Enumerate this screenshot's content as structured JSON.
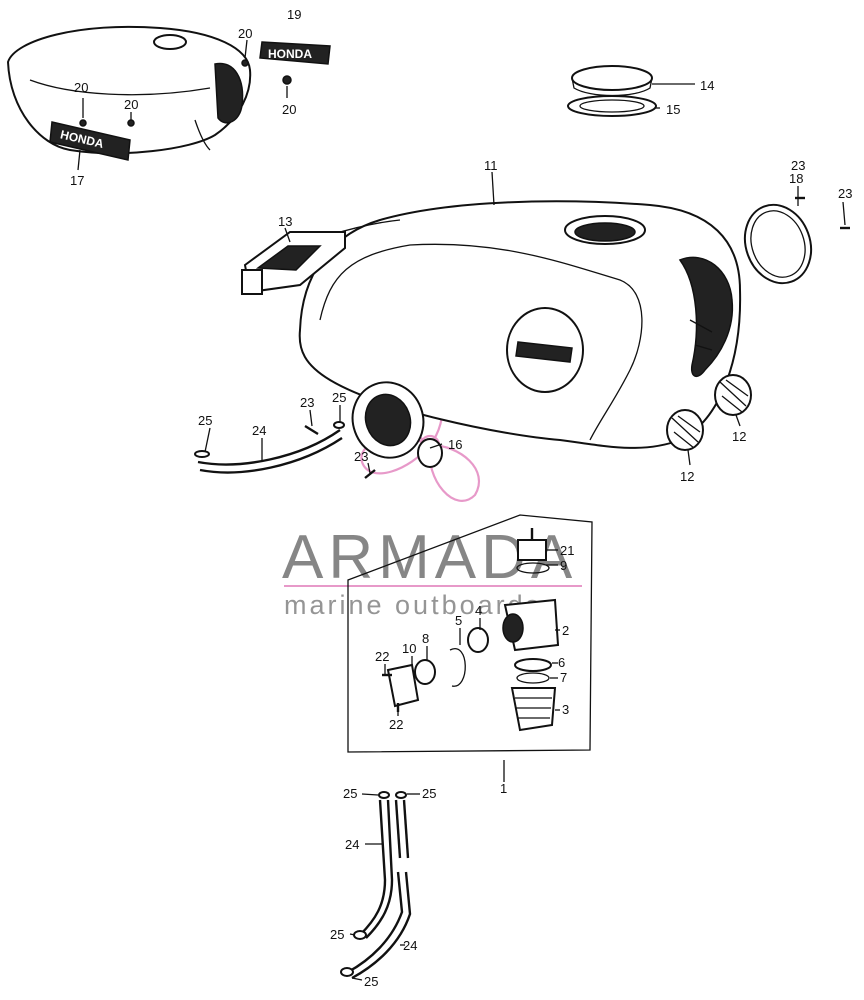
{
  "watermark": {
    "brand": "ARMADA",
    "tagline": "marine outboards",
    "pink": "#e58fc4",
    "gray": "#7a7a7a"
  },
  "emblems": {
    "left_tank_badge": "HONDA",
    "right_badge": "HONDA"
  },
  "callouts": [
    {
      "id": "c1",
      "text": "20"
    },
    {
      "id": "c2",
      "text": "19"
    },
    {
      "id": "c3",
      "text": "20"
    },
    {
      "id": "c4",
      "text": "20"
    },
    {
      "id": "c5",
      "text": "20"
    },
    {
      "id": "c6",
      "text": "17"
    },
    {
      "id": "c7",
      "text": "14"
    },
    {
      "id": "c8",
      "text": "15"
    },
    {
      "id": "c9",
      "text": "11"
    },
    {
      "id": "c10",
      "text": "18"
    },
    {
      "id": "c11",
      "text": "23"
    },
    {
      "id": "c12",
      "text": "23"
    },
    {
      "id": "c13",
      "text": "13"
    },
    {
      "id": "c14",
      "text": "25"
    },
    {
      "id": "c15",
      "text": "24"
    },
    {
      "id": "c16",
      "text": "23"
    },
    {
      "id": "c17",
      "text": "25"
    },
    {
      "id": "c18",
      "text": "16"
    },
    {
      "id": "c19",
      "text": "23"
    },
    {
      "id": "c20",
      "text": "12"
    },
    {
      "id": "c21",
      "text": "12"
    },
    {
      "id": "c22",
      "text": "21"
    },
    {
      "id": "c23",
      "text": "9"
    },
    {
      "id": "c24",
      "text": "4"
    },
    {
      "id": "c25",
      "text": "5"
    },
    {
      "id": "c26",
      "text": "2"
    },
    {
      "id": "c27",
      "text": "10"
    },
    {
      "id": "c28",
      "text": "8"
    },
    {
      "id": "c29",
      "text": "22"
    },
    {
      "id": "c30",
      "text": "6"
    },
    {
      "id": "c31",
      "text": "7"
    },
    {
      "id": "c32",
      "text": "3"
    },
    {
      "id": "c33",
      "text": "22"
    },
    {
      "id": "c34",
      "text": "1"
    },
    {
      "id": "c35",
      "text": "25"
    },
    {
      "id": "c36",
      "text": "25"
    },
    {
      "id": "c37",
      "text": "24"
    },
    {
      "id": "c38",
      "text": "25"
    },
    {
      "id": "c39",
      "text": "24"
    },
    {
      "id": "c40",
      "text": "25"
    }
  ]
}
